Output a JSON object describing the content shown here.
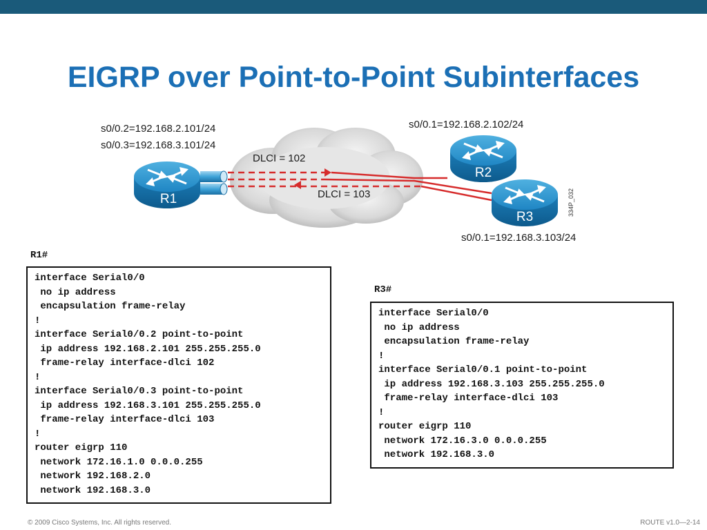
{
  "slide": {
    "title": "EIGRP over Point-to-Point Subinterfaces",
    "footer_left": "© 2009 Cisco Systems, Inc. All rights reserved.",
    "footer_right": "ROUTE v1.0—2-14",
    "side_id": "334P_032",
    "accent_color": "#1a5a7a",
    "title_color": "#1b6fb5"
  },
  "diagram": {
    "r1_if_a": "s0/0.2=192.168.2.101/24",
    "r1_if_b": "s0/0.3=192.168.3.101/24",
    "r2_if": "s0/0.1=192.168.2.102/24",
    "r3_if": "s0/0.1=192.168.3.103/24",
    "dlci_a": "DLCI = 102",
    "dlci_b": "DLCI = 103",
    "routers": {
      "r1": "R1",
      "r2": "R2",
      "r3": "R3"
    },
    "link_color": "#d62b2b"
  },
  "r1_config": {
    "prompt": "R1#",
    "lines": [
      "interface Serial0/0",
      " no ip address",
      " encapsulation frame-relay",
      "!",
      "interface Serial0/0.2 point-to-point",
      " ip address 192.168.2.101 255.255.255.0",
      " frame-relay interface-dlci 102",
      "!",
      "interface Serial0/0.3 point-to-point",
      " ip address 192.168.3.101 255.255.255.0",
      " frame-relay interface-dlci 103",
      "!",
      "router eigrp 110",
      " network 172.16.1.0 0.0.0.255",
      " network 192.168.2.0",
      " network 192.168.3.0"
    ]
  },
  "r3_config": {
    "prompt": "R3#",
    "lines": [
      "interface Serial0/0",
      " no ip address",
      " encapsulation frame-relay",
      "!",
      "interface Serial0/0.1 point-to-point",
      " ip address 192.168.3.103 255.255.255.0",
      " frame-relay interface-dlci 103",
      "!",
      "router eigrp 110",
      " network 172.16.3.0 0.0.0.255",
      " network 192.168.3.0"
    ]
  }
}
